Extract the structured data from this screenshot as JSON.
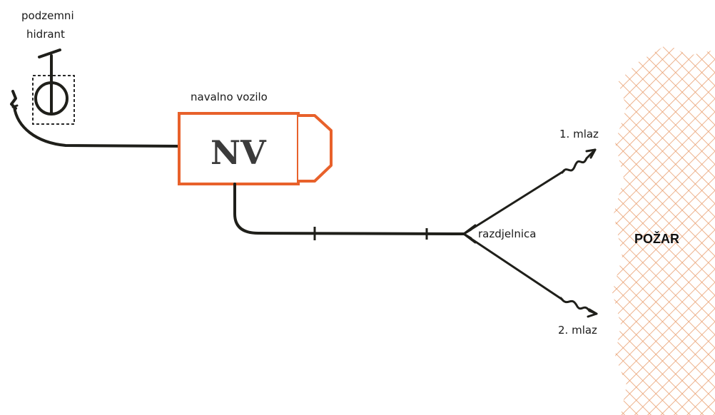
{
  "labels": {
    "hydrant_line1": "podzemni",
    "hydrant_line2": "hidrant",
    "vehicle": "navalno vozilo",
    "vehicle_code": "NV",
    "splitter": "razdjelnica",
    "jet1": "1. mlaz",
    "jet2": "2. mlaz",
    "fire": "POŽAR"
  },
  "colors": {
    "vehicle_outline": "#e8612b",
    "fire_hatch": "#e9a071",
    "hose": "#1f1f1a"
  }
}
